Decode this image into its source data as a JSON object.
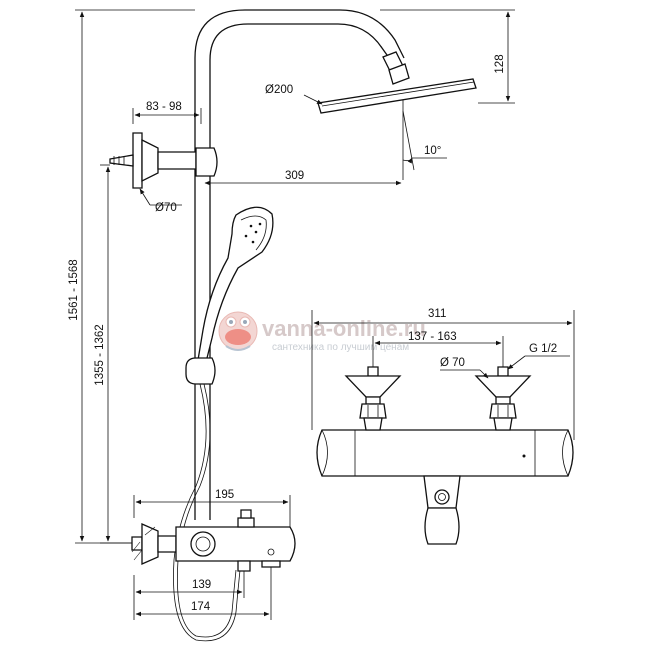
{
  "dimensions": {
    "arm_depth": "83 - 98",
    "head_diameter": "Ø200",
    "head_height": "128",
    "head_angle": "10°",
    "arm_reach": "309",
    "wall_flange": "Ø70",
    "total_height": "1561 - 1568",
    "mount_height": "1355 - 1362",
    "mixer_depth": "195",
    "spout_depth_a": "139",
    "spout_depth_b": "174",
    "front_width": "311",
    "front_centers": "137 - 163",
    "front_flange": "Ø 70",
    "front_thread": "G 1/2"
  },
  "watermark": {
    "brand": "vanna-online.ru",
    "tagline": "сантехника по лучшим ценам"
  }
}
